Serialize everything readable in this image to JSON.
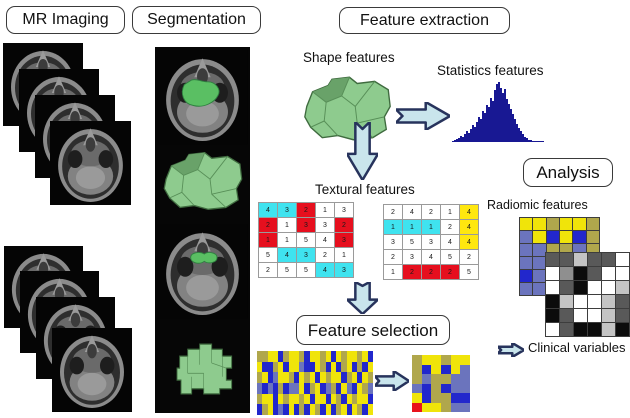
{
  "title_labels": {
    "mr_imaging": "MR Imaging",
    "segmentation": "Segmentation",
    "feature_extraction": "Feature extraction",
    "feature_selection": "Feature selection",
    "analysis": "Analysis"
  },
  "captions": {
    "shape_features": "Shape features",
    "statistics_features": "Statistics features",
    "textural_features": "Textural features",
    "radiomic_features": "Radiomic features",
    "clinical_variables": "Clinical variables"
  },
  "colors": {
    "arrow_fill": "#c9e5ec",
    "arrow_stroke": "#27335c",
    "histogram": "#181893",
    "segmentation_green": "#5abf63",
    "segmentation_green_edge": "#2f8040",
    "mesh_green": "#8ecb8e",
    "mesh_green_dark": "#69a269",
    "mesh_edge": "#3f6b3f",
    "grid_palette": {
      "c": "#3fe3ef",
      "r": "#e60f1e",
      "y": "#ffe70f",
      "w": "#ffffff"
    },
    "matrix_palette": {
      "Y": "#f0e40a",
      "B": "#2227cc",
      "O": "#b0a74c",
      "S": "#6b74bd",
      "R": "#e8131c",
      "W": "#ffffff",
      "L": "#c4c4c4",
      "G": "#8f8f8f",
      "D": "#595959",
      "K": "#0c0c0c"
    }
  },
  "mri_stacks": {
    "top_slices": 4,
    "bottom_slices": 4
  },
  "statistics_histogram": [
    2,
    3,
    5,
    7,
    10,
    8,
    14,
    18,
    15,
    22,
    28,
    25,
    34,
    42,
    38,
    52,
    48,
    62,
    58,
    74,
    68,
    86,
    96,
    100,
    90,
    82,
    88,
    72,
    64,
    55,
    46,
    38,
    30,
    24,
    18,
    13,
    9,
    6,
    4,
    3,
    2,
    2,
    1,
    2,
    1,
    1
  ],
  "textural_grids": {
    "left": [
      [
        "4c",
        "3c",
        "2r",
        "1w",
        "3w"
      ],
      [
        "2r",
        "1w",
        "3r",
        "3w",
        "2r"
      ],
      [
        "1r",
        "1w",
        "5w",
        "4w",
        "3r"
      ],
      [
        "5w",
        "4c",
        "3c",
        "2w",
        "1w"
      ],
      [
        "2w",
        "5w",
        "5w",
        "4c",
        "3c"
      ]
    ],
    "right": [
      [
        "2w",
        "4w",
        "2w",
        "1w",
        "4y"
      ],
      [
        "1c",
        "1c",
        "1c",
        "2w",
        "4y"
      ],
      [
        "3w",
        "5w",
        "3w",
        "4w",
        "4y"
      ],
      [
        "2w",
        "3w",
        "4w",
        "5w",
        "2w"
      ],
      [
        "1w",
        "2r",
        "2r",
        "2r",
        "5w"
      ]
    ]
  },
  "selection_matrices": {
    "wide": [
      "OOYYBOYYOBYYOYBYOYYOYB",
      "YBBOYBYYSBBYOBYBOYBOBY",
      "OYBSYYOBYOYBYOYYBOYBYO",
      "SBSBOBSSYBOYBSOBYSBYOS",
      "OYYBYOYYOYBYYBYOBYOYYB",
      "BOYBSBYBOBYOBYBOYBYOBY"
    ],
    "result": [
      "OYYOYY",
      "OBYBYS",
      "OSOOSS",
      "SBOBSS",
      "YBOOBB",
      "RYYOSS"
    ]
  },
  "analysis_matrices": {
    "radiomic": [
      "YYOYYO",
      "SYBYBO",
      "SSOOSO",
      "SSOSSO",
      "BSOSOS",
      "SSOOSY"
    ],
    "clinical": [
      "DDLDDW",
      "WGKDWW",
      "WDKWWL",
      "KLWWLD",
      "KDWWLD",
      "WDKKLK"
    ]
  }
}
